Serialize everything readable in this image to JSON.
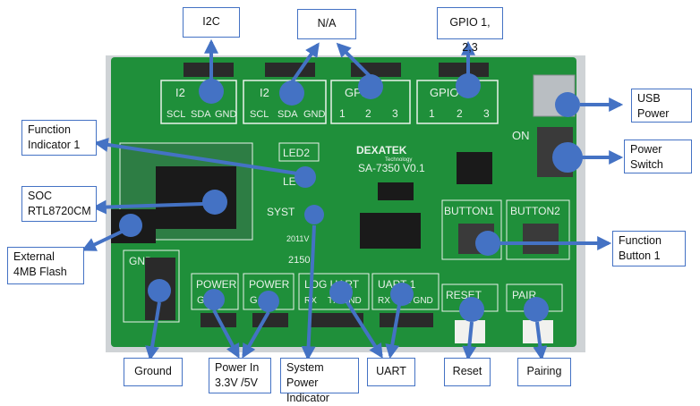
{
  "labels": {
    "i2c": "I2C",
    "na": "N/A",
    "gpio": "GPIO 1, 2,3",
    "usb_power": "USB\nPower",
    "power_switch": "Power\nSwitch",
    "function_indicator": "Function\nIndicator 1",
    "soc": "SOC\nRTL8720CM",
    "flash": "External\n4MB Flash",
    "function_button": "Function\nButton 1",
    "ground": "Ground",
    "power_in": "Power In\n3.3V /5V",
    "system_power": "System Power\nIndicator",
    "uart": "UART",
    "reset": "Reset",
    "pairing": "Pairing"
  },
  "silkscreen": {
    "i2c_left": "I2",
    "i2c_mid": "I2",
    "gpio_left": "GPI",
    "gpio_right": "GPIO",
    "scl": "SCL",
    "sda": "SDA",
    "gnd": "GND",
    "pin1": "1",
    "pin2": "2",
    "pin3": "3",
    "led2": "LED2",
    "led1": "LE",
    "system": "SYST",
    "brand": "DEXATEK",
    "brand_sub": "Technology",
    "model": "SA-7350  V0.1",
    "on": "ON",
    "button1": "BUTTON1",
    "button2": "BUTTON2",
    "power_a": "POWER",
    "power_b": "POWER",
    "g_a": "G",
    "g_b": "G",
    "log_uart": "LOG UART",
    "uart1": "UART 1",
    "rx": "RX",
    "tx_gnd": "TX GND",
    "reset": "RESET",
    "pair": "PAIR",
    "gnd_left": "GND",
    "date": "2011V",
    "code": "2150"
  },
  "colors": {
    "pcb": "#1f8f3a",
    "accent": "#4472c4",
    "marker": "#4472c4"
  }
}
